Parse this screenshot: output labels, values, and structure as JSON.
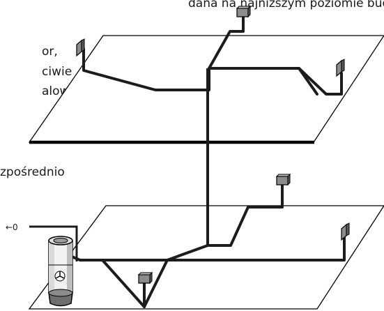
{
  "text_fragments": {
    "top_line": "dana na najniższym poziomie budynku,",
    "line_1": "or,",
    "line_2": "ciwie",
    "line_3": "alować",
    "line_4": "zpośrednio"
  },
  "exhaust_marker": "←0",
  "colors": {
    "pipe": "#1c1c1c",
    "floor_outline": "#000000",
    "inlet": "#8c8c8c",
    "unit_body": "#f2f2f2",
    "unit_shade": "#6e6e6e"
  },
  "icons": {
    "inlet": "wall-inlet-icon",
    "unit": "central-vacuum-unit-icon",
    "fan": "fan-icon"
  }
}
